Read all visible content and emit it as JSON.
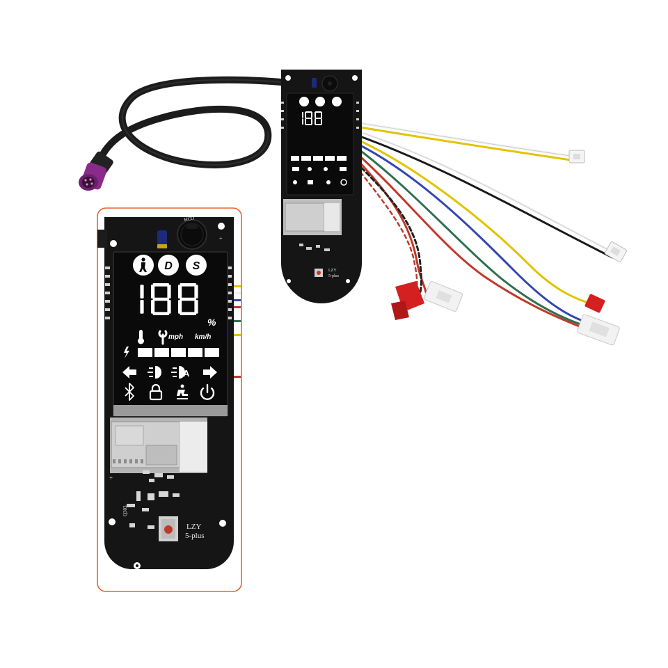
{
  "product": {
    "board_label_line1": "LZY",
    "board_label_line2": "5-plus",
    "component_ref": "Q303"
  },
  "lcd": {
    "speed_digits": "188",
    "percent_symbol": "%",
    "unit_mph": "mph",
    "unit_kmh": "km/h",
    "mode_d": "D",
    "mode_s": "S",
    "auto_light_letter": "A",
    "battery_segments_lit": 5,
    "battery_segments_total": 5
  },
  "colors": {
    "pcb": "#151515",
    "lcd_background": "#0a0a0a",
    "lcd_segment": "#ffffff",
    "zoom_frame": "#e8632b",
    "cable": "#1c1c1c",
    "connector_purple": "#8a2a8a",
    "connector_red": "#d42020",
    "connector_white": "#f2f2f2",
    "wire_red": "#c0392b",
    "wire_yellow": "#e2c300",
    "wire_blue": "#3446b0",
    "wire_green": "#2f6f4f",
    "wire_white": "#f0f0f0",
    "wire_black": "#1a1a1a"
  },
  "icons": [
    "walk-mode-icon",
    "drive-mode-icon",
    "sport-mode-icon",
    "thermometer-icon",
    "wrench-icon",
    "lightning-icon",
    "arrow-left-icon",
    "headlight-icon",
    "auto-headlight-icon",
    "arrow-right-icon",
    "bluetooth-icon",
    "lock-icon",
    "cruise-icon",
    "power-icon"
  ]
}
